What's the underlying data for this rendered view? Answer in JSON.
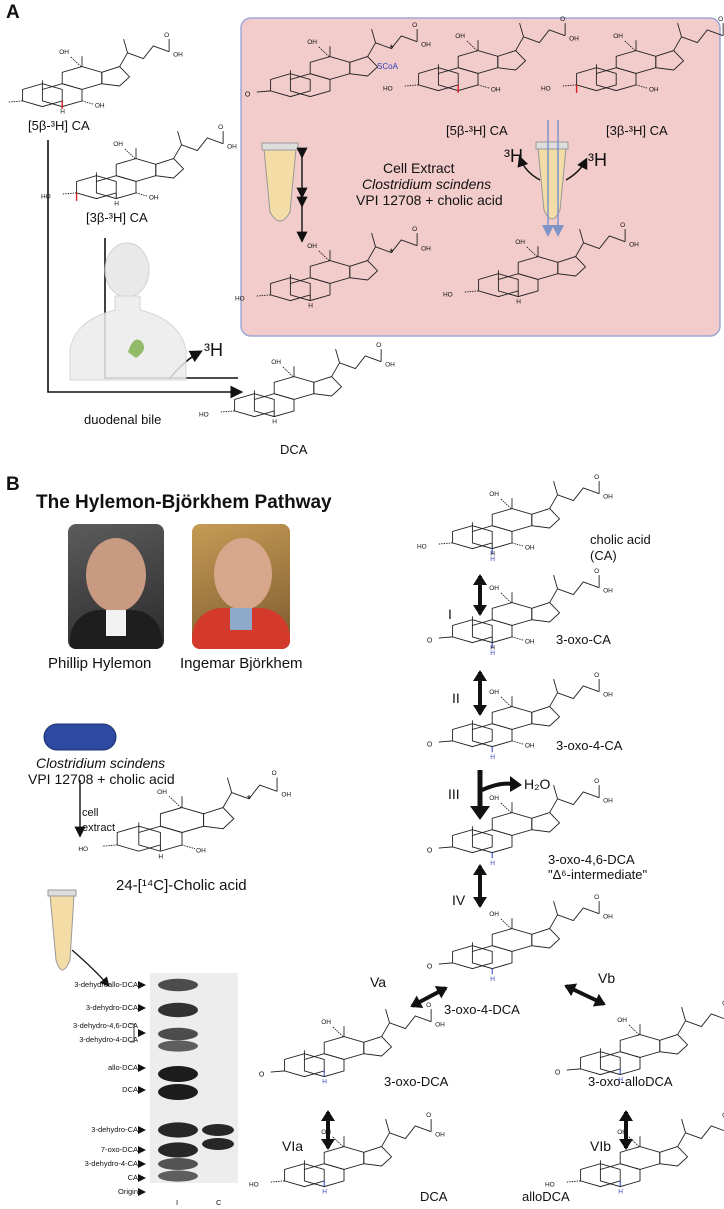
{
  "panel_a": {
    "letter": "A",
    "labels": {
      "ca_5b": "[5β-³H] CA",
      "ca_3b": "[3β-³H] CA",
      "tritium_left": "³H",
      "duodenal_bile": "duodenal bile",
      "dca": "DCA"
    },
    "box": {
      "ca_5b": "[5β-³H] CA",
      "ca_3b": "[3β-³H] CA",
      "tritium_1": "³H",
      "tritium_2": "³H",
      "extract_line1": "Cell Extract",
      "extract_line2": "Clostridium scindens",
      "extract_line3": "VPI 12708 + cholic acid",
      "scoa": "SCoA"
    }
  },
  "panel_b": {
    "letter": "B",
    "title": "The Hylemon-Björkhem Pathway",
    "person1": "Phillip Hylemon",
    "person2": "Ingemar Björkhem",
    "organism": "Clostridium scindens",
    "strain": "VPI 12708 + cholic acid",
    "cell": "cell",
    "extract": "extract",
    "substrate": "24-[¹⁴C]-Cholic acid",
    "tlc_labels": [
      "3-dehydroallo-DCA",
      "3-dehydro-DCA",
      "3-dehydro-4,6-DCA",
      "3-dehydro-4-DCA",
      "allo-DCA",
      "DCA",
      "3-dehydro-CA",
      "7-oxo-DCA",
      "3-dehydro-4-CA",
      "CA",
      "Origin"
    ],
    "tlc_lanes": [
      "I",
      "C"
    ],
    "pathway": {
      "ca": "cholic acid",
      "ca_abbr": "(CA)",
      "oxo_ca": "3-oxo-CA",
      "oxo4_ca": "3-oxo-4-CA",
      "water": "H₂O",
      "oxo46": "3-oxo-4,6-DCA",
      "delta": "\"Δ⁶-intermediate\"",
      "oxo4_dca": "3-oxo-4-DCA",
      "oxo_dca": "3-oxo-DCA",
      "oxo_allo": "3-oxo-alloDCA",
      "dca": "DCA",
      "allo": "alloDCA",
      "steps": [
        "I",
        "II",
        "III",
        "IV",
        "Va",
        "Vb",
        "VIa",
        "VIb"
      ]
    },
    "atom_labels": {
      "ho": "HO",
      "oh": "OH",
      "o": "O",
      "h": "H",
      "star": "*"
    }
  },
  "colors": {
    "box_fill": "#f2cbcb",
    "box_border": "#9fa8d6",
    "tritium_red": "#d81f26",
    "hydrogen_blue": "#2b3fb8",
    "bacterium": "#2d4aa0",
    "tube_liquid": "#f3dca6"
  }
}
